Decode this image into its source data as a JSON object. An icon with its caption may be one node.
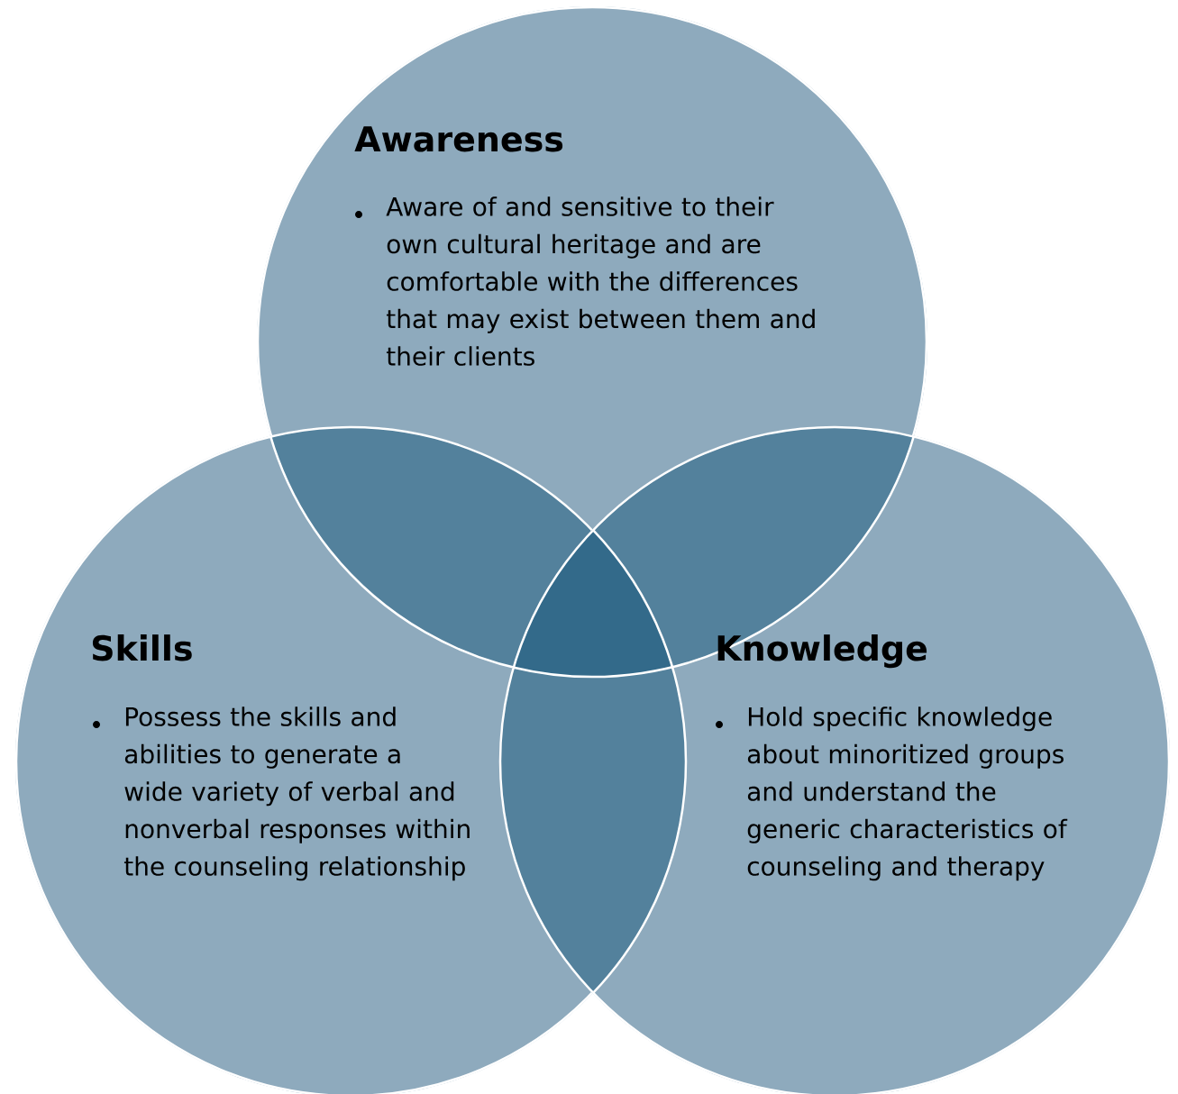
{
  "diagram": {
    "nodes": [
      {
        "text": [
          "Awareness",
          "Aware of and sensitive to their own cultural heritage and are comfortable with the differences that may exist between them and their clients"
        ]
      },
      {
        "text": [
          "Skills",
          "Possess the skills and abilities to generate a wide variety of verbal and nonverbal responses within the counseling relationship"
        ]
      },
      {
        "text": [
          "Knowledge",
          "Hold specific knowledge about minoritized groups and understand the generic characteristics of counseling and therapy"
        ]
      }
    ]
  }
}
